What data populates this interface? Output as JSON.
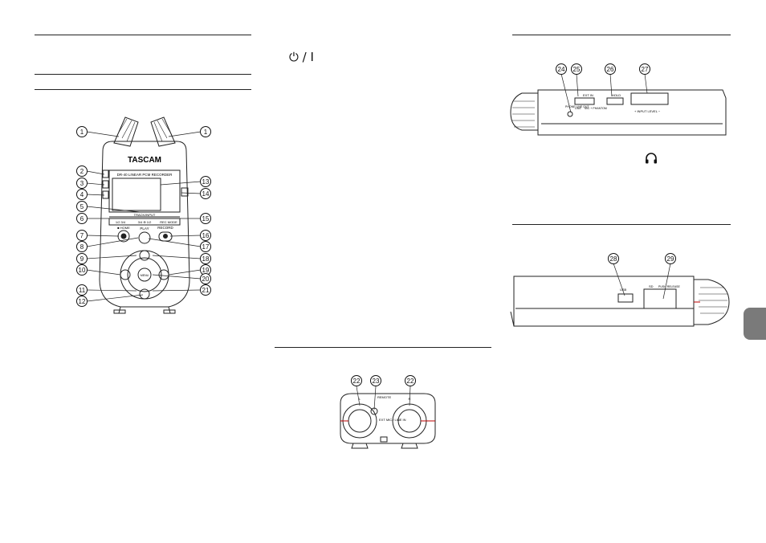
{
  "page": {
    "power_symbol": "⏻ / Ⅰ",
    "headphone_symbol": "🎧"
  },
  "front_panel": {
    "brand": "TASCAM",
    "model": "DR-40 LINEAR PCM RECORDER",
    "track_input_label": "TRACK/INPUT",
    "bottom_labels": [
      "1/2 3/4",
      "3/4 ⊕ 1/2",
      "REC MODE"
    ],
    "home_label": "■ HOME",
    "play_label": "PLAY",
    "record_label": "RECORD",
    "menu_label": "MENU",
    "callouts": [
      "1",
      "1",
      "2",
      "3",
      "4",
      "5",
      "6",
      "7",
      "8",
      "9",
      "10",
      "11",
      "12",
      "13",
      "14",
      "15",
      "16",
      "17",
      "18",
      "19",
      "20",
      "21"
    ]
  },
  "bottom_panel": {
    "remote_label": "REMOTE",
    "ext_label": "EXT MIC /\nLINE IN",
    "left_label": "L",
    "right_label": "R",
    "callouts": [
      "22",
      "23",
      "22"
    ]
  },
  "left_side": {
    "ext_in_label": "EXT IN",
    "hold_label": "HOLD",
    "input_level_label": "+ INPUT LEVEL −",
    "phones_label": "PHONE\nLINE OUT",
    "line_label": "LINE",
    "mic_label": "MIC +\nPHANTOM",
    "callouts": [
      "24",
      "25",
      "26",
      "27"
    ]
  },
  "right_side": {
    "usb_label": "USB",
    "sd_label": "SD",
    "push_label": "PUSH\nRELEASE",
    "callouts": [
      "28",
      "29"
    ]
  }
}
